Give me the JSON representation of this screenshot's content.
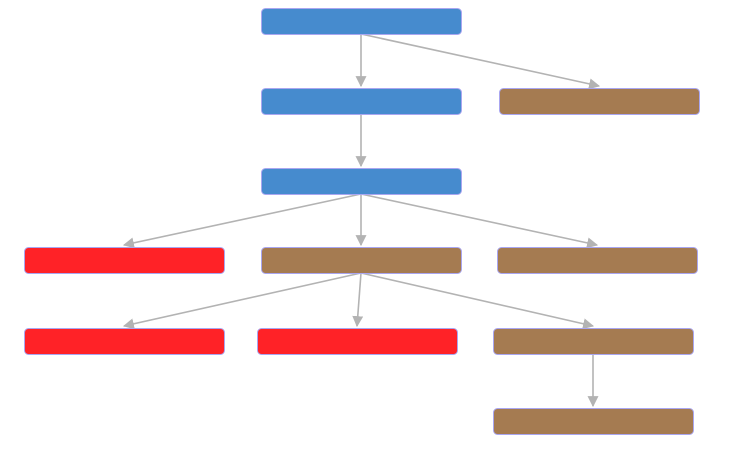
{
  "diagram": {
    "type": "tree",
    "colors": {
      "blue": "#468BCE",
      "brown": "#A57B51",
      "red": "#FF2227",
      "border": "#A9A6F0",
      "edge": "#B3B3B3"
    },
    "nodes": [
      {
        "id": "n1",
        "label": "",
        "color": "blue"
      },
      {
        "id": "n2",
        "label": "",
        "color": "blue"
      },
      {
        "id": "n3",
        "label": "",
        "color": "brown"
      },
      {
        "id": "n4",
        "label": "",
        "color": "blue"
      },
      {
        "id": "n5",
        "label": "",
        "color": "red"
      },
      {
        "id": "n6",
        "label": "",
        "color": "brown"
      },
      {
        "id": "n7",
        "label": "",
        "color": "brown"
      },
      {
        "id": "n8",
        "label": "",
        "color": "red"
      },
      {
        "id": "n9",
        "label": "",
        "color": "red"
      },
      {
        "id": "n10",
        "label": "",
        "color": "brown"
      },
      {
        "id": "n11",
        "label": "",
        "color": "brown"
      }
    ],
    "edges": [
      {
        "from": "n1",
        "to": "n2"
      },
      {
        "from": "n1",
        "to": "n3"
      },
      {
        "from": "n2",
        "to": "n4"
      },
      {
        "from": "n4",
        "to": "n5"
      },
      {
        "from": "n4",
        "to": "n6"
      },
      {
        "from": "n4",
        "to": "n7"
      },
      {
        "from": "n6",
        "to": "n8"
      },
      {
        "from": "n6",
        "to": "n9"
      },
      {
        "from": "n6",
        "to": "n10"
      },
      {
        "from": "n10",
        "to": "n11"
      }
    ]
  }
}
